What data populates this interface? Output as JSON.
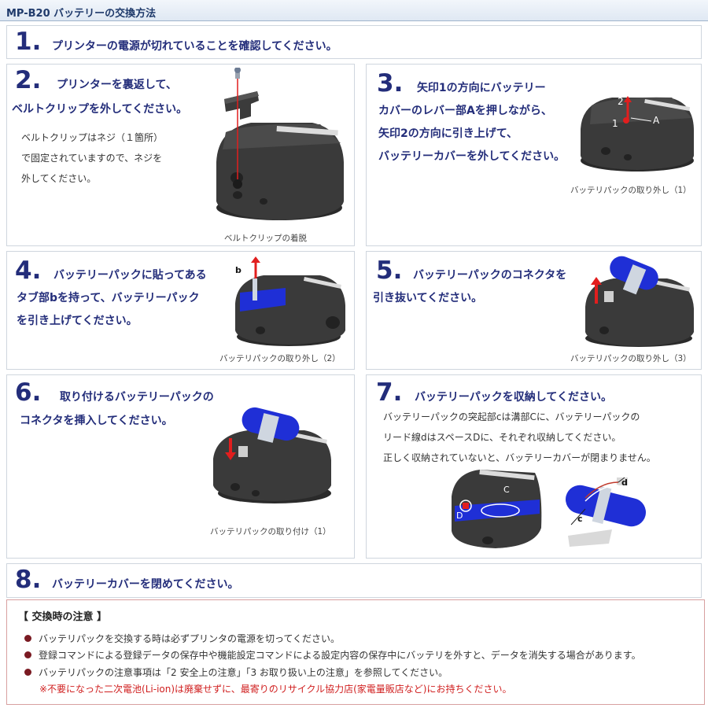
{
  "page": {
    "title": "MP-B20 バッテリーの交換方法"
  },
  "steps": {
    "s1": {
      "num": "1.",
      "text": "プリンターの電源が切れていることを確認してください。"
    },
    "s2": {
      "num": "2.",
      "line1": "プリンターを裏返して、",
      "line2": "ベルトクリップを外してください。",
      "body": [
        "ベルトクリップはネジ（１箇所）",
        "で固定されていますので、ネジを",
        "外してください。"
      ],
      "caption": "ベルトクリップの着脱"
    },
    "s3": {
      "num": "3.",
      "line1": "矢印1の方向にバッテリー",
      "line2": "カバーのレバー部Aを押しながら、",
      "line3": "矢印2の方向に引き上げて、",
      "line4": "バッテリーカバーを外してください。",
      "labels": {
        "arrow1": "1",
        "arrow2": "2",
        "lever": "A"
      },
      "caption": "バッテリパックの取り外し（1）"
    },
    "s4": {
      "num": "4.",
      "line1": "バッテリーパックに貼ってある",
      "line2": "タブ部bを持って、バッテリーパック",
      "line3": "を引き上げてください。",
      "labels": {
        "tab": "b"
      },
      "caption": "バッテリパックの取り外し（2）"
    },
    "s5": {
      "num": "5.",
      "line1": "バッテリーパックのコネクタを",
      "line2": "引き抜いてください。",
      "caption": "バッテリパックの取り外し（3）"
    },
    "s6": {
      "num": "6.",
      "line1": "取り付けるバッテリーパックの",
      "line2": "コネクタを挿入してください。",
      "caption": "バッテリパックの取り付け（1）"
    },
    "s7": {
      "num": "7.",
      "line1": "バッテリーパックを収納してください。",
      "body": [
        "バッテリーパックの突起部cは溝部Cに、バッテリーパックの",
        "リード線dはスペースDに、それぞれ収納してください。",
        "正しく収納されていないと、バッテリーカバーが閉まりません。"
      ],
      "labels": {
        "groove": "C",
        "space": "D",
        "protrusion": "c",
        "lead": "d"
      }
    },
    "s8": {
      "num": "8.",
      "text": "バッテリーカバーを閉めてください。"
    }
  },
  "notes": {
    "title": "【 交換時の注意 】",
    "items": [
      "バッテリパックを交換する時は必ずプリンタの電源を切ってください。",
      "登録コマンドによる登録データの保存中や機能設定コマンドによる設定内容の保存中にバッテリを外すと、データを消失する場合があります。",
      "バッテリパックの注意事項は「2 安全上の注意」「3 お取り扱い上の注意」を参照してください。"
    ],
    "warning": "※不要になった二次電池(Li-ion)は廃棄せずに、最寄りのリサイクル協力店(家電量販店など)にお持ちください。"
  },
  "colors": {
    "heading": "#232d7a",
    "battery": "#1f2fd6",
    "arrow": "#e11e1e",
    "note_border": "#d8a0a0",
    "warning": "#d01f1f"
  }
}
